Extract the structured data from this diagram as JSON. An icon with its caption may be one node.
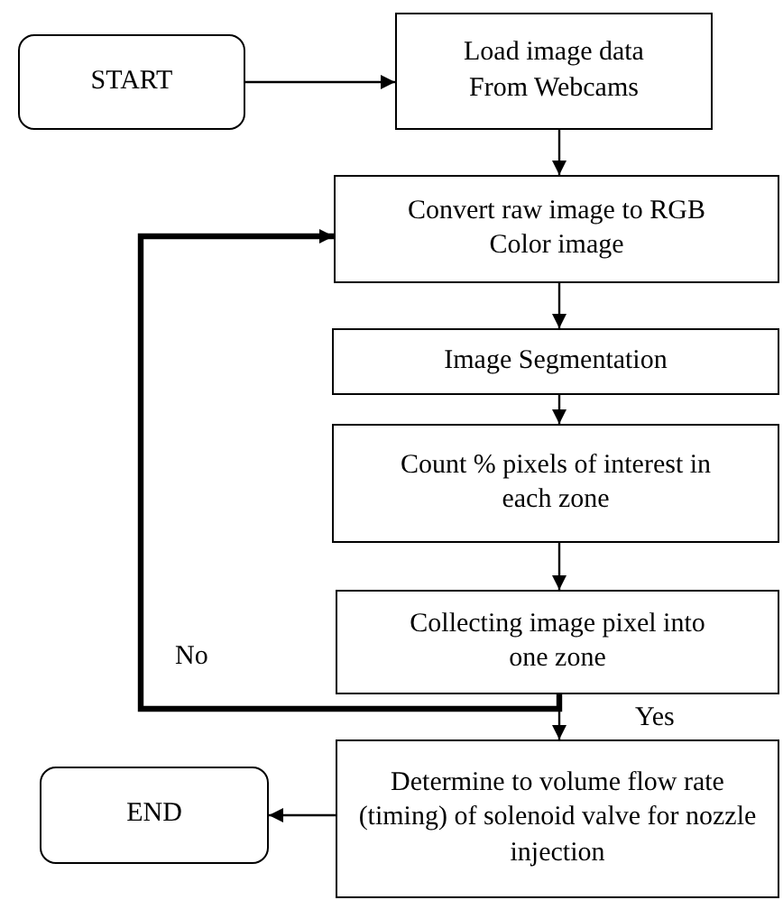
{
  "diagram": {
    "nodes": [
      {
        "text": [
          "START"
        ]
      },
      {
        "text": [
          "Load image data From Webcams"
        ]
      },
      {
        "text": [
          "Convert raw image to RGB Color image"
        ]
      },
      {
        "text": [
          "Image Segmentation"
        ]
      },
      {
        "text": [
          "Count % pixels of interest in each zone"
        ]
      },
      {
        "text": [
          "Collecting image pixel into one zone"
        ]
      },
      {
        "text": [
          "Determine to volume flow rate (timing) of solenoid valve for nozzle injection"
        ]
      },
      {
        "text": [
          "END"
        ]
      }
    ],
    "edges": [
      {
        "from": 0,
        "to": 1,
        "arrow": "to"
      },
      {
        "from": 1,
        "to": 2,
        "arrow": "to"
      },
      {
        "from": 2,
        "to": 3,
        "arrow": "to"
      },
      {
        "from": 3,
        "to": 4,
        "arrow": "to"
      },
      {
        "from": 4,
        "to": 5,
        "arrow": "to"
      },
      {
        "from": 5,
        "to": 6,
        "arrow": "to",
        "label": "Yes"
      },
      {
        "from": 5,
        "to": 2,
        "arrow": "to",
        "label": "No",
        "style": "thick"
      },
      {
        "from": 6,
        "to": 7,
        "arrow": "to"
      }
    ]
  }
}
